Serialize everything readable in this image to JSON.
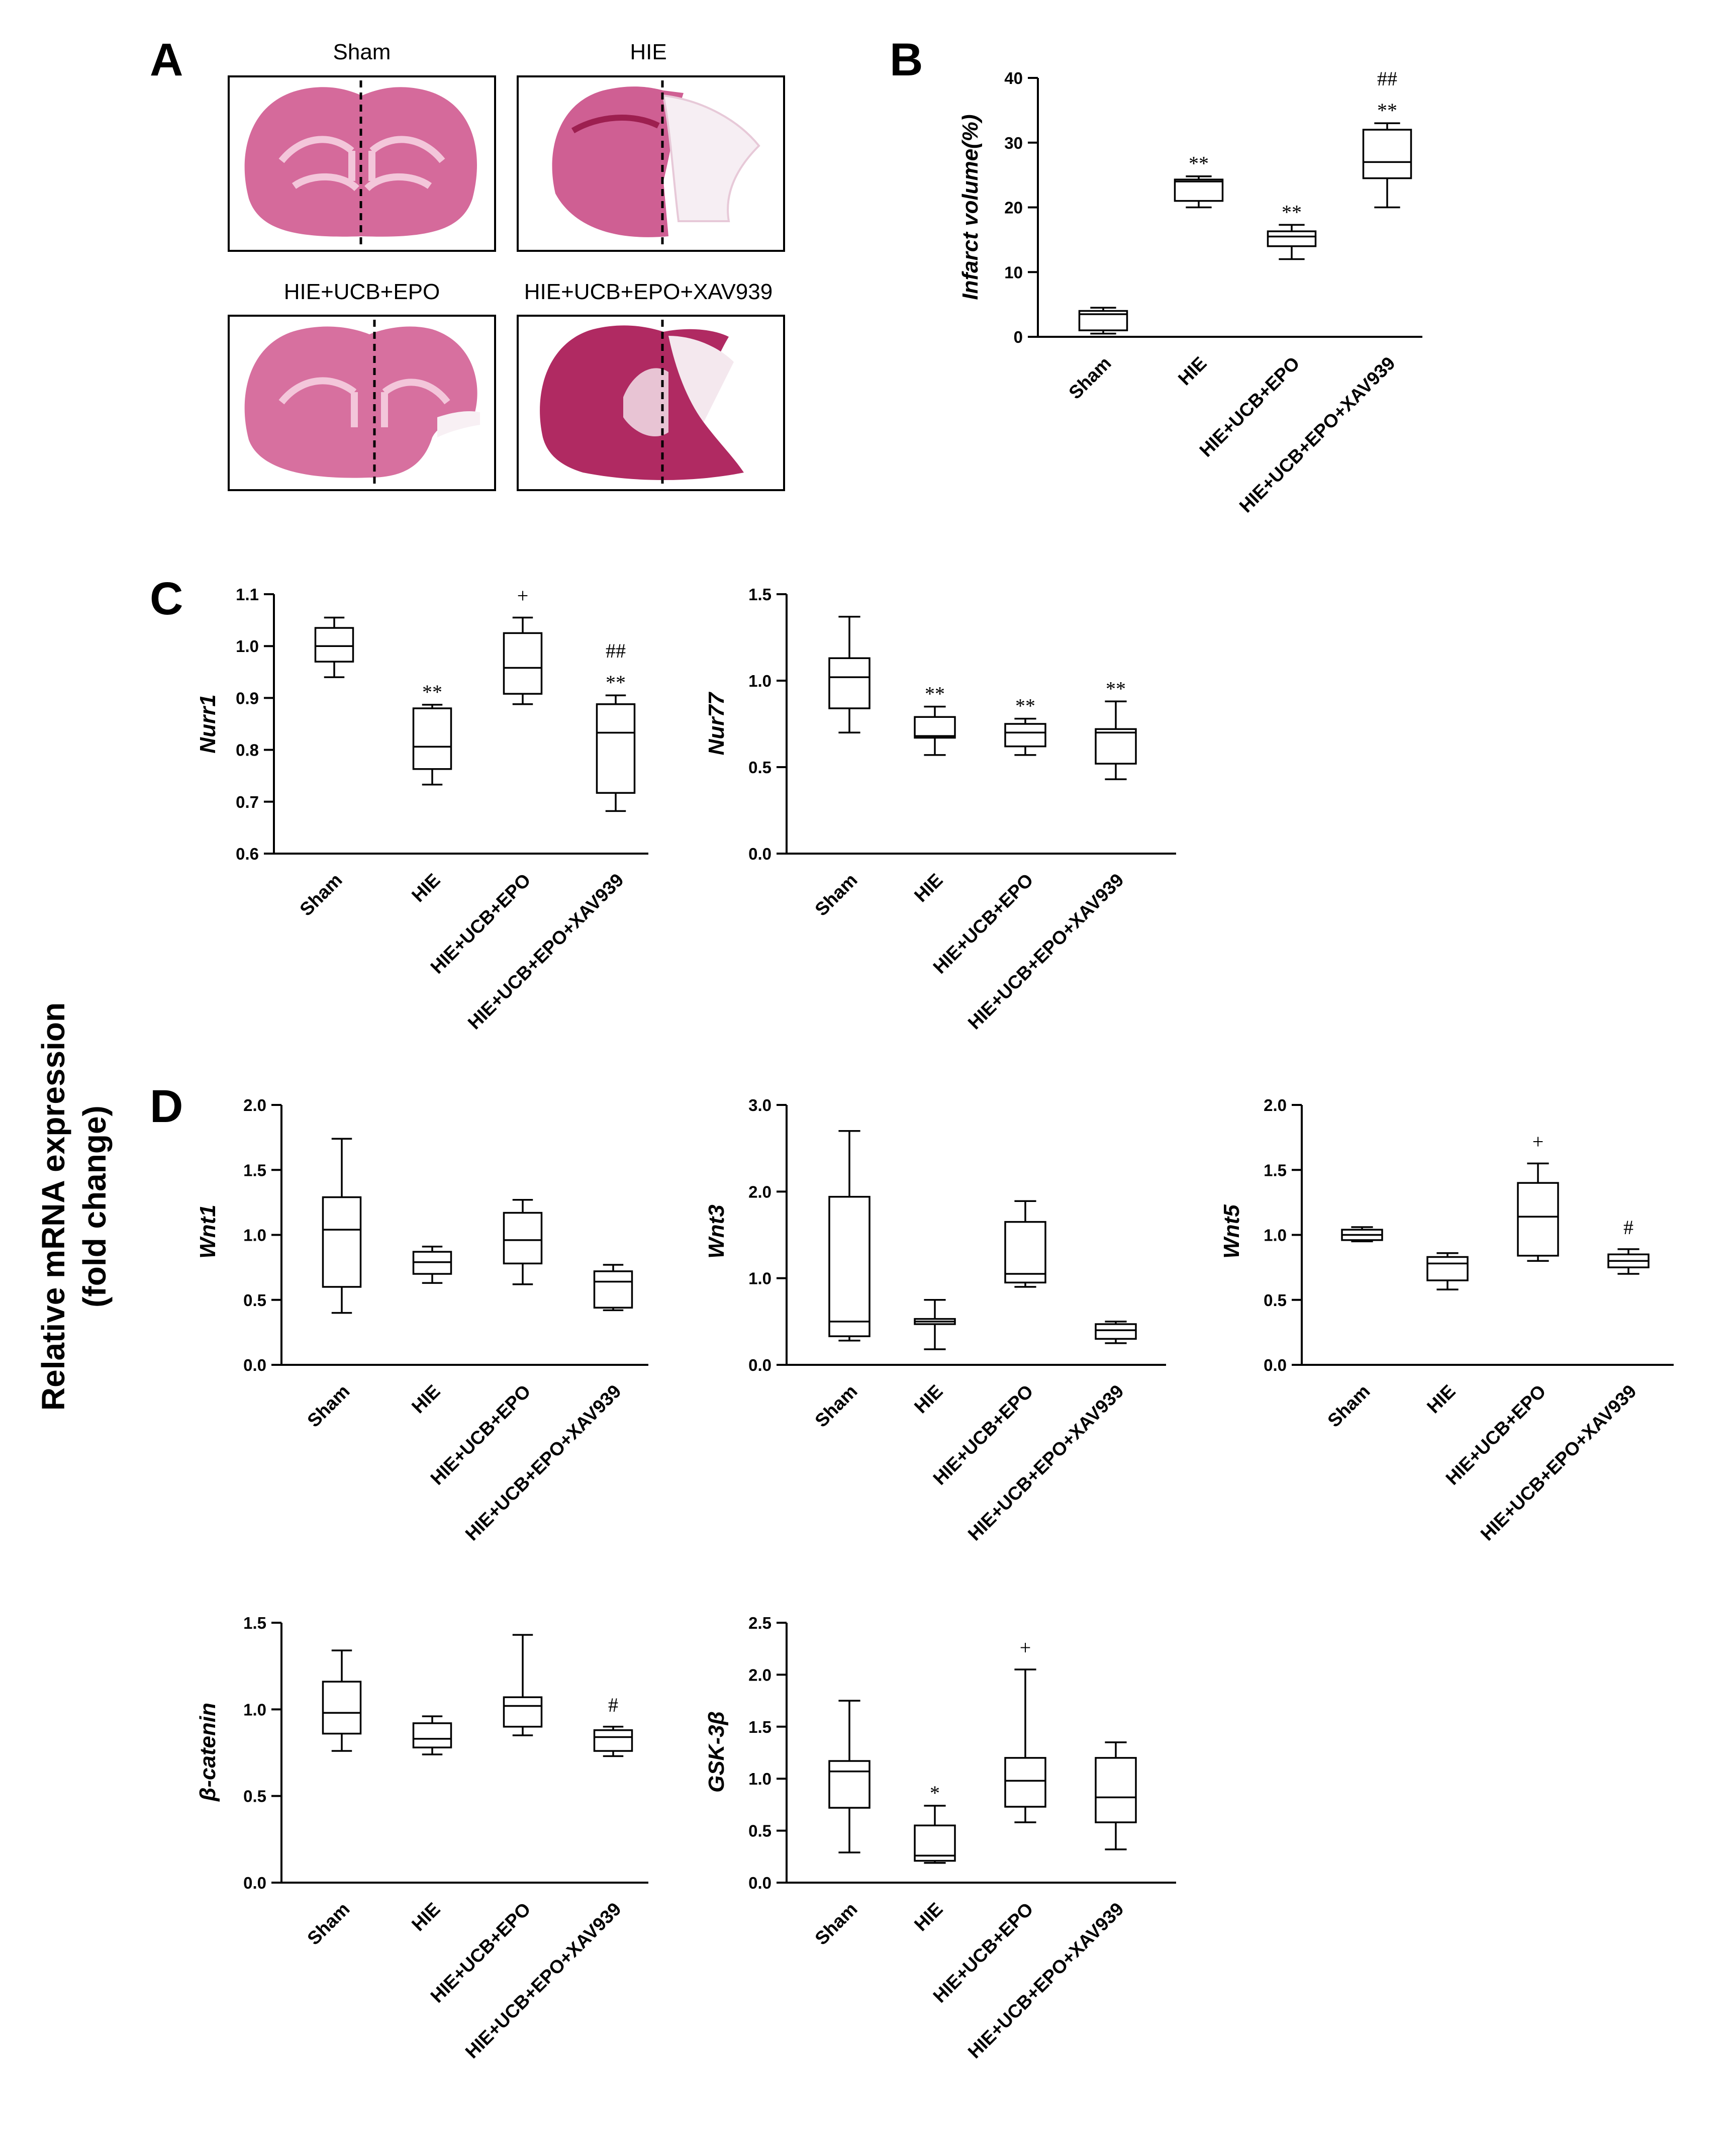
{
  "panel_a": {
    "letter": "A",
    "images": [
      {
        "title": "Sham",
        "tissue_color": "#d56a9b",
        "lesion": "none"
      },
      {
        "title": "HIE",
        "tissue_color": "#cf5f93",
        "lesion": "large"
      },
      {
        "title": "HIE+UCB+EPO",
        "tissue_color": "#d7709f",
        "lesion": "medium"
      },
      {
        "title": "HIE+UCB+EPO+XAV939",
        "tissue_color": "#b02a62",
        "lesion": "large"
      }
    ]
  },
  "relative_label": {
    "line1": "Relative mRNA expression",
    "line2": "(fold change)"
  },
  "chart_data": [
    {
      "id": "B",
      "letter": "B",
      "type": "box",
      "ylabel": "Infarct volume(%)",
      "ylim": [
        0,
        40
      ],
      "yticks": [
        "0",
        "10",
        "20",
        "30",
        "40"
      ],
      "categories": [
        "Sham",
        "HIE",
        "HIE+UCB+EPO",
        "HIE+UCB+EPO+XAV939"
      ],
      "boxes": [
        {
          "min": 0.5,
          "q1": 1,
          "median": 3.5,
          "q3": 4,
          "max": 4.5,
          "annotation": []
        },
        {
          "min": 20,
          "q1": 21,
          "median": 24,
          "q3": 24.3,
          "max": 24.8,
          "annotation": [
            "**"
          ]
        },
        {
          "min": 12,
          "q1": 14,
          "median": 15.5,
          "q3": 16.3,
          "max": 17.3,
          "annotation": [
            "**"
          ]
        },
        {
          "min": 20,
          "q1": 24.5,
          "median": 27,
          "q3": 32,
          "max": 33,
          "annotation": [
            "##",
            "**"
          ]
        }
      ]
    },
    {
      "id": "C1",
      "letter": "C",
      "type": "box",
      "ylabel": "Nurr1",
      "ylim": [
        0.6,
        1.1
      ],
      "yticks": [
        "0.6",
        "0.7",
        "0.8",
        "0.9",
        "1.0",
        "1.1"
      ],
      "categories": [
        "Sham",
        "HIE",
        "HIE+UCB+EPO",
        "HIE+UCB+EPO+XAV939"
      ],
      "boxes": [
        {
          "min": 0.94,
          "q1": 0.97,
          "median": 1.0,
          "q3": 1.035,
          "max": 1.055,
          "annotation": []
        },
        {
          "min": 0.733,
          "q1": 0.763,
          "median": 0.806,
          "q3": 0.88,
          "max": 0.887,
          "annotation": [
            "**"
          ]
        },
        {
          "min": 0.888,
          "q1": 0.908,
          "median": 0.958,
          "q3": 1.025,
          "max": 1.055,
          "annotation": [
            "+"
          ]
        },
        {
          "min": 0.682,
          "q1": 0.717,
          "median": 0.833,
          "q3": 0.888,
          "max": 0.905,
          "annotation": [
            "##",
            "**"
          ]
        }
      ]
    },
    {
      "id": "C2",
      "letter": "",
      "type": "box",
      "ylabel": "Nur77",
      "ylim": [
        0,
        1.5
      ],
      "yticks": [
        "0.0",
        "0.5",
        "1.0",
        "1.5"
      ],
      "categories": [
        "Sham",
        "HIE",
        "HIE+UCB+EPO",
        "HIE+UCB+EPO+XAV939"
      ],
      "boxes": [
        {
          "min": 0.7,
          "q1": 0.84,
          "median": 1.02,
          "q3": 1.13,
          "max": 1.37,
          "annotation": []
        },
        {
          "min": 0.57,
          "q1": 0.67,
          "median": 0.68,
          "q3": 0.79,
          "max": 0.85,
          "annotation": [
            "**"
          ]
        },
        {
          "min": 0.57,
          "q1": 0.62,
          "median": 0.7,
          "q3": 0.75,
          "max": 0.78,
          "annotation": [
            "**"
          ]
        },
        {
          "min": 0.43,
          "q1": 0.52,
          "median": 0.7,
          "q3": 0.72,
          "max": 0.88,
          "annotation": [
            "**"
          ]
        }
      ]
    },
    {
      "id": "D1",
      "letter": "D",
      "type": "box",
      "ylabel": "Wnt1",
      "ylim": [
        0,
        2
      ],
      "yticks": [
        "0.0",
        "0.5",
        "1.0",
        "1.5",
        "2.0"
      ],
      "categories": [
        "Sham",
        "HIE",
        "HIE+UCB+EPO",
        "HIE+UCB+EPO+XAV939"
      ],
      "boxes": [
        {
          "min": 0.4,
          "q1": 0.6,
          "median": 1.04,
          "q3": 1.29,
          "max": 1.74,
          "annotation": []
        },
        {
          "min": 0.63,
          "q1": 0.7,
          "median": 0.79,
          "q3": 0.87,
          "max": 0.91,
          "annotation": []
        },
        {
          "min": 0.62,
          "q1": 0.78,
          "median": 0.96,
          "q3": 1.17,
          "max": 1.27,
          "annotation": []
        },
        {
          "min": 0.42,
          "q1": 0.44,
          "median": 0.64,
          "q3": 0.72,
          "max": 0.77,
          "annotation": []
        }
      ]
    },
    {
      "id": "D2",
      "letter": "",
      "type": "box",
      "ylabel": "Wnt3",
      "ylim": [
        0,
        3
      ],
      "yticks": [
        "0.0",
        "1.0",
        "2.0",
        "3.0"
      ],
      "categories": [
        "Sham",
        "HIE",
        "HIE+UCB+EPO",
        "HIE+UCB+EPO+XAV939"
      ],
      "boxes": [
        {
          "min": 0.28,
          "q1": 0.33,
          "median": 0.5,
          "q3": 1.94,
          "max": 2.7,
          "annotation": []
        },
        {
          "min": 0.18,
          "q1": 0.47,
          "median": 0.5,
          "q3": 0.53,
          "max": 0.75,
          "annotation": []
        },
        {
          "min": 0.9,
          "q1": 0.95,
          "median": 1.05,
          "q3": 1.65,
          "max": 1.89,
          "annotation": []
        },
        {
          "min": 0.25,
          "q1": 0.3,
          "median": 0.4,
          "q3": 0.47,
          "max": 0.5,
          "annotation": []
        }
      ]
    },
    {
      "id": "D3",
      "letter": "",
      "type": "box",
      "ylabel": "Wnt5",
      "ylim": [
        0,
        2
      ],
      "yticks": [
        "0.0",
        "0.5",
        "1.0",
        "1.5",
        "2.0"
      ],
      "categories": [
        "Sham",
        "HIE",
        "HIE+UCB+EPO",
        "HIE+UCB+EPO+XAV939"
      ],
      "boxes": [
        {
          "min": 0.95,
          "q1": 0.96,
          "median": 1.0,
          "q3": 1.04,
          "max": 1.06,
          "annotation": []
        },
        {
          "min": 0.58,
          "q1": 0.65,
          "median": 0.78,
          "q3": 0.83,
          "max": 0.86,
          "annotation": []
        },
        {
          "min": 0.8,
          "q1": 0.84,
          "median": 1.14,
          "q3": 1.4,
          "max": 1.55,
          "annotation": [
            "+"
          ]
        },
        {
          "min": 0.7,
          "q1": 0.75,
          "median": 0.8,
          "q3": 0.85,
          "max": 0.89,
          "annotation": [
            "#"
          ]
        }
      ]
    },
    {
      "id": "D4",
      "letter": "",
      "type": "box",
      "ylabel": "β-catenin",
      "ylim": [
        0,
        1.5
      ],
      "yticks": [
        "0.0",
        "0.5",
        "1.0",
        "1.5"
      ],
      "categories": [
        "Sham",
        "HIE",
        "HIE+UCB+EPO",
        "HIE+UCB+EPO+XAV939"
      ],
      "boxes": [
        {
          "min": 0.76,
          "q1": 0.86,
          "median": 0.98,
          "q3": 1.16,
          "max": 1.34,
          "annotation": []
        },
        {
          "min": 0.74,
          "q1": 0.78,
          "median": 0.83,
          "q3": 0.92,
          "max": 0.96,
          "annotation": []
        },
        {
          "min": 0.85,
          "q1": 0.9,
          "median": 1.02,
          "q3": 1.07,
          "max": 1.43,
          "annotation": []
        },
        {
          "min": 0.73,
          "q1": 0.76,
          "median": 0.84,
          "q3": 0.88,
          "max": 0.9,
          "annotation": [
            "#"
          ]
        }
      ]
    },
    {
      "id": "D5",
      "letter": "",
      "type": "box",
      "ylabel": "GSK-3β",
      "ylim": [
        0,
        2.5
      ],
      "yticks": [
        "0.0",
        "0.5",
        "1.0",
        "1.5",
        "2.0",
        "2.5"
      ],
      "categories": [
        "Sham",
        "HIE",
        "HIE+UCB+EPO",
        "HIE+UCB+EPO+XAV939"
      ],
      "boxes": [
        {
          "min": 0.29,
          "q1": 0.72,
          "median": 1.07,
          "q3": 1.17,
          "max": 1.75,
          "annotation": []
        },
        {
          "min": 0.19,
          "q1": 0.21,
          "median": 0.26,
          "q3": 0.55,
          "max": 0.74,
          "annotation": [
            "*"
          ]
        },
        {
          "min": 0.58,
          "q1": 0.73,
          "median": 0.98,
          "q3": 1.2,
          "max": 2.05,
          "annotation": [
            "+"
          ]
        },
        {
          "min": 0.32,
          "q1": 0.58,
          "median": 0.82,
          "q3": 1.2,
          "max": 1.35,
          "annotation": []
        }
      ]
    }
  ]
}
